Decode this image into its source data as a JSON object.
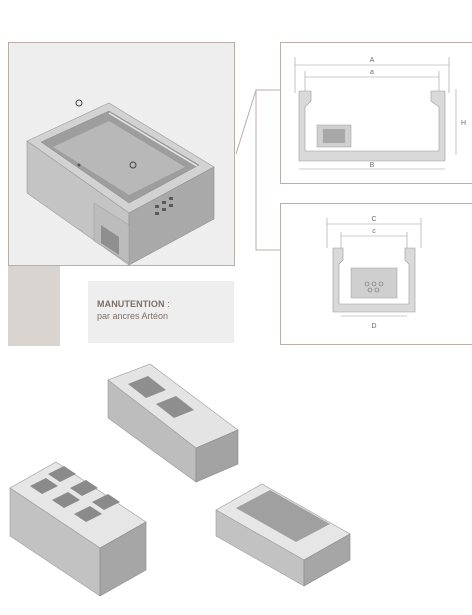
{
  "handling": {
    "title": "MANUTENTION",
    "title_suffix": " :",
    "subtitle": "par ancres Artéon"
  },
  "drawing_top": {
    "dim_A": "A",
    "dim_a": "a",
    "dim_H": "H",
    "dim_B": "B"
  },
  "drawing_bottom": {
    "dim_C": "C",
    "dim_c": "c",
    "dim_D": "D"
  },
  "colors": {
    "frame_border": "#b9aeaa",
    "caption_text": "#7c6f69",
    "panel_bg": "#efeeee",
    "accent_block": "#dad4d1"
  }
}
